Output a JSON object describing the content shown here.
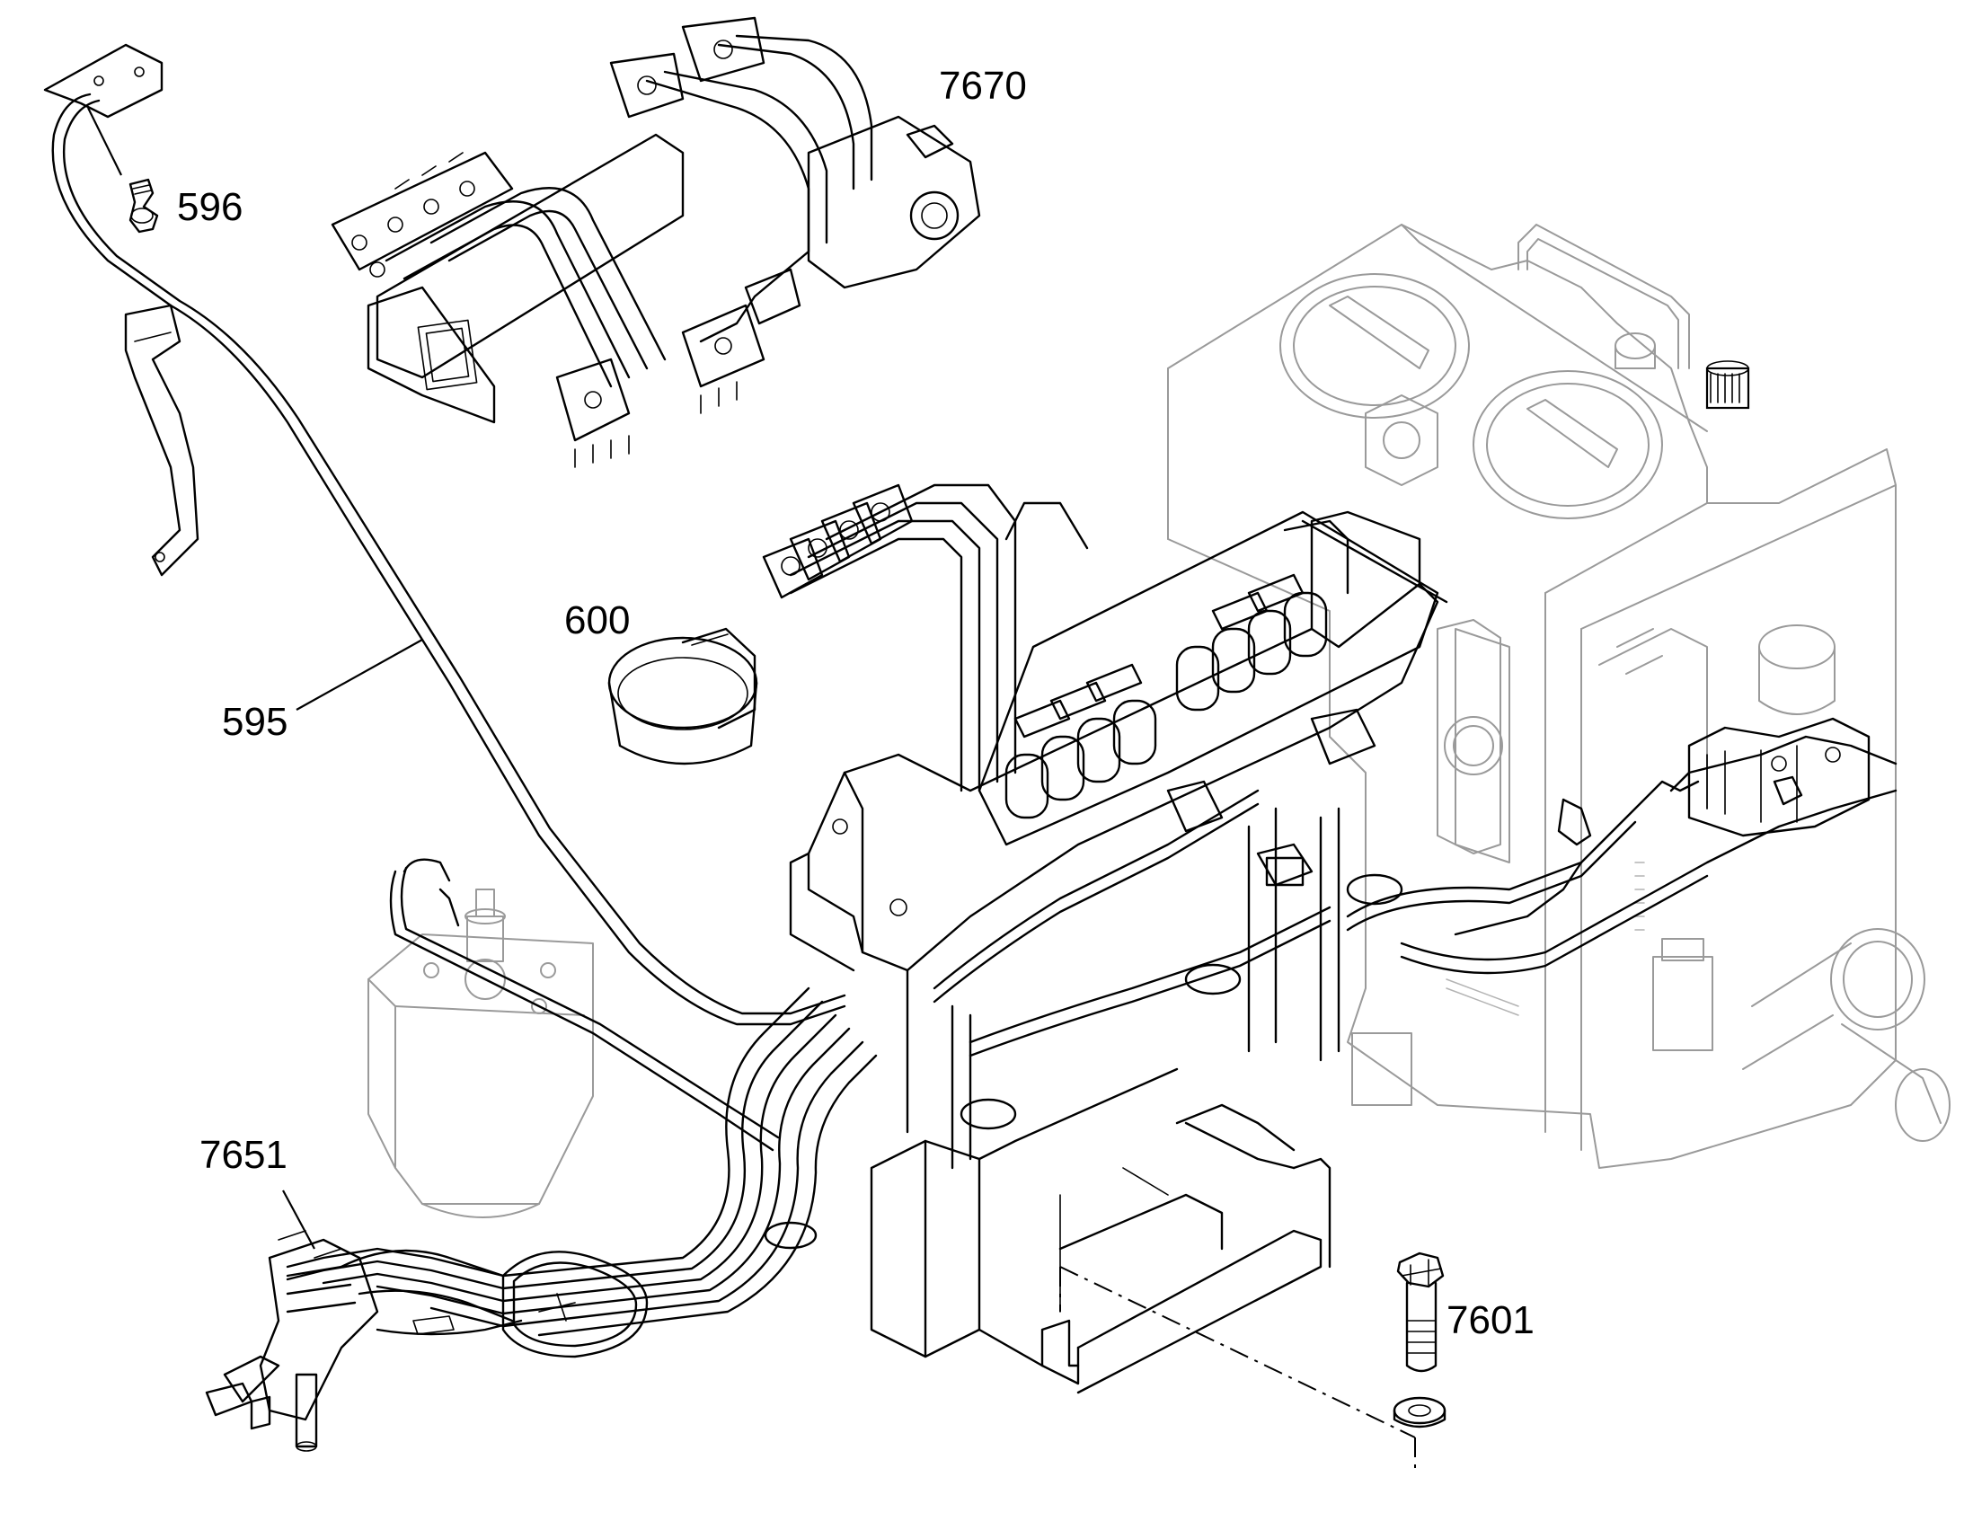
{
  "callouts": [
    {
      "id": "595",
      "label": "595"
    },
    {
      "id": "596",
      "label": "596"
    },
    {
      "id": "600",
      "label": "600"
    },
    {
      "id": "7601",
      "label": "7601"
    },
    {
      "id": "7651",
      "label": "7651"
    },
    {
      "id": "7670",
      "label": "7670"
    }
  ]
}
